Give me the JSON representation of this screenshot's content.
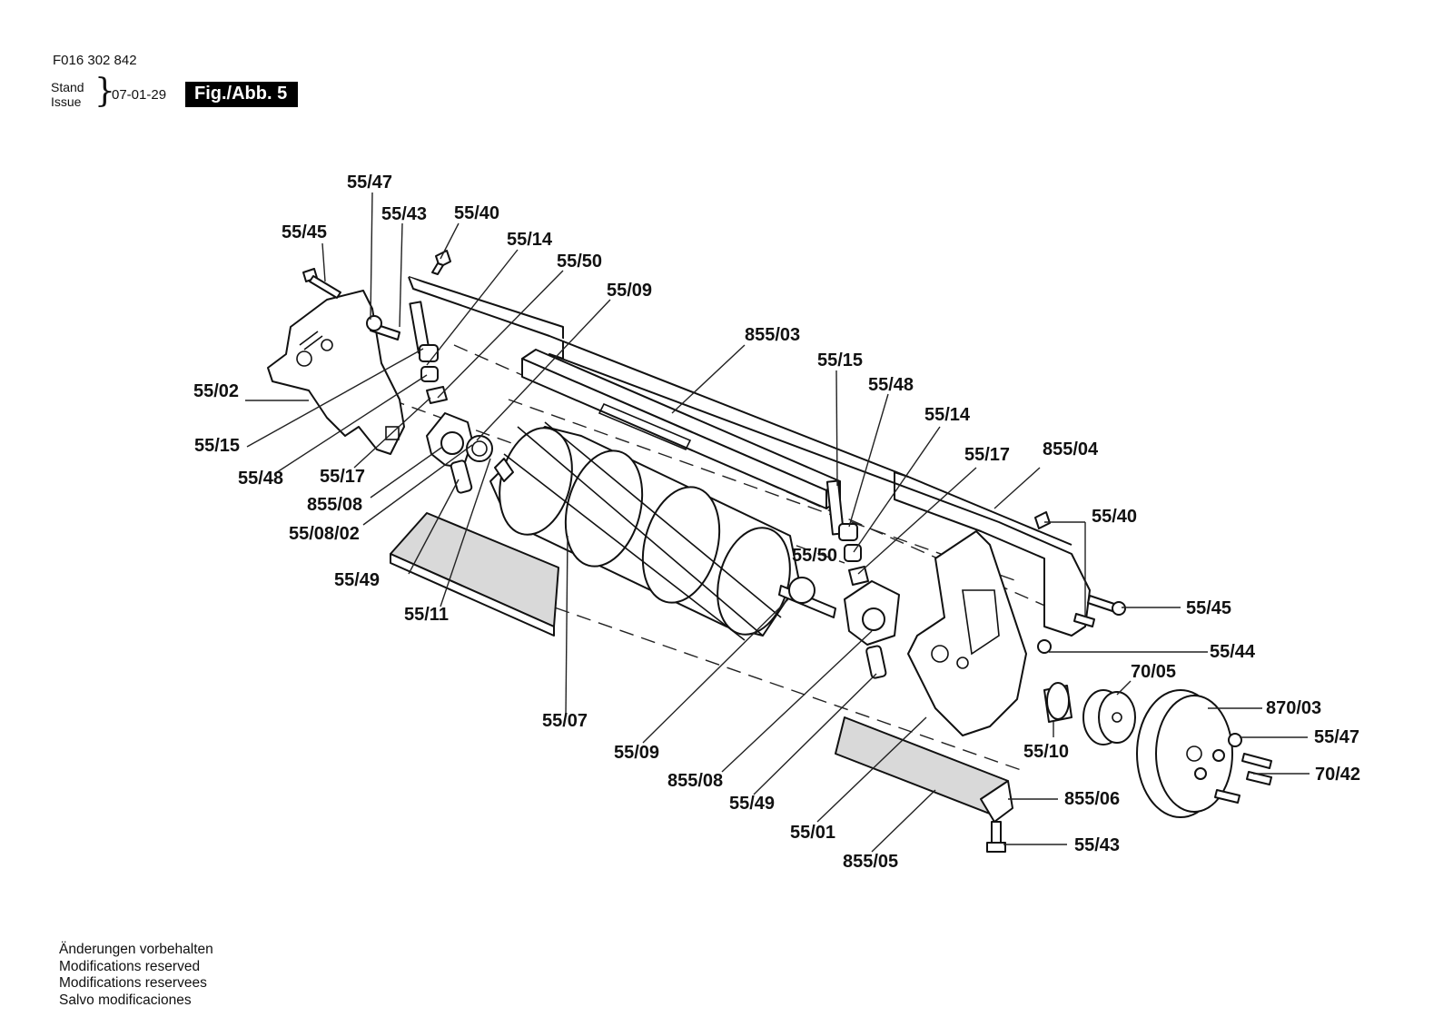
{
  "header": {
    "document_code": "F016 302 842",
    "stand_label": "Stand",
    "issue_label": "Issue",
    "date": "07-01-29",
    "figure_label": "Fig./Abb. 5"
  },
  "callouts": [
    "55/47",
    "55/43",
    "55/40",
    "55/45",
    "55/14",
    "55/50",
    "55/09",
    "855/03",
    "55/02",
    "55/15",
    "55/48",
    "55/17",
    "855/08",
    "55/08/02",
    "55/49",
    "55/11",
    "55/07",
    "55/15",
    "55/48",
    "55/14",
    "55/17",
    "855/04",
    "55/40",
    "55/50",
    "55/45",
    "55/44",
    "70/05",
    "870/03",
    "55/47",
    "70/42",
    "55/10",
    "855/06",
    "55/43",
    "55/09",
    "855/08",
    "55/49",
    "55/01",
    "855/05"
  ],
  "footer": [
    "Änderungen vorbehalten",
    "Modifications reserved",
    "Modifications reservees",
    "Salvo modificaciones"
  ]
}
